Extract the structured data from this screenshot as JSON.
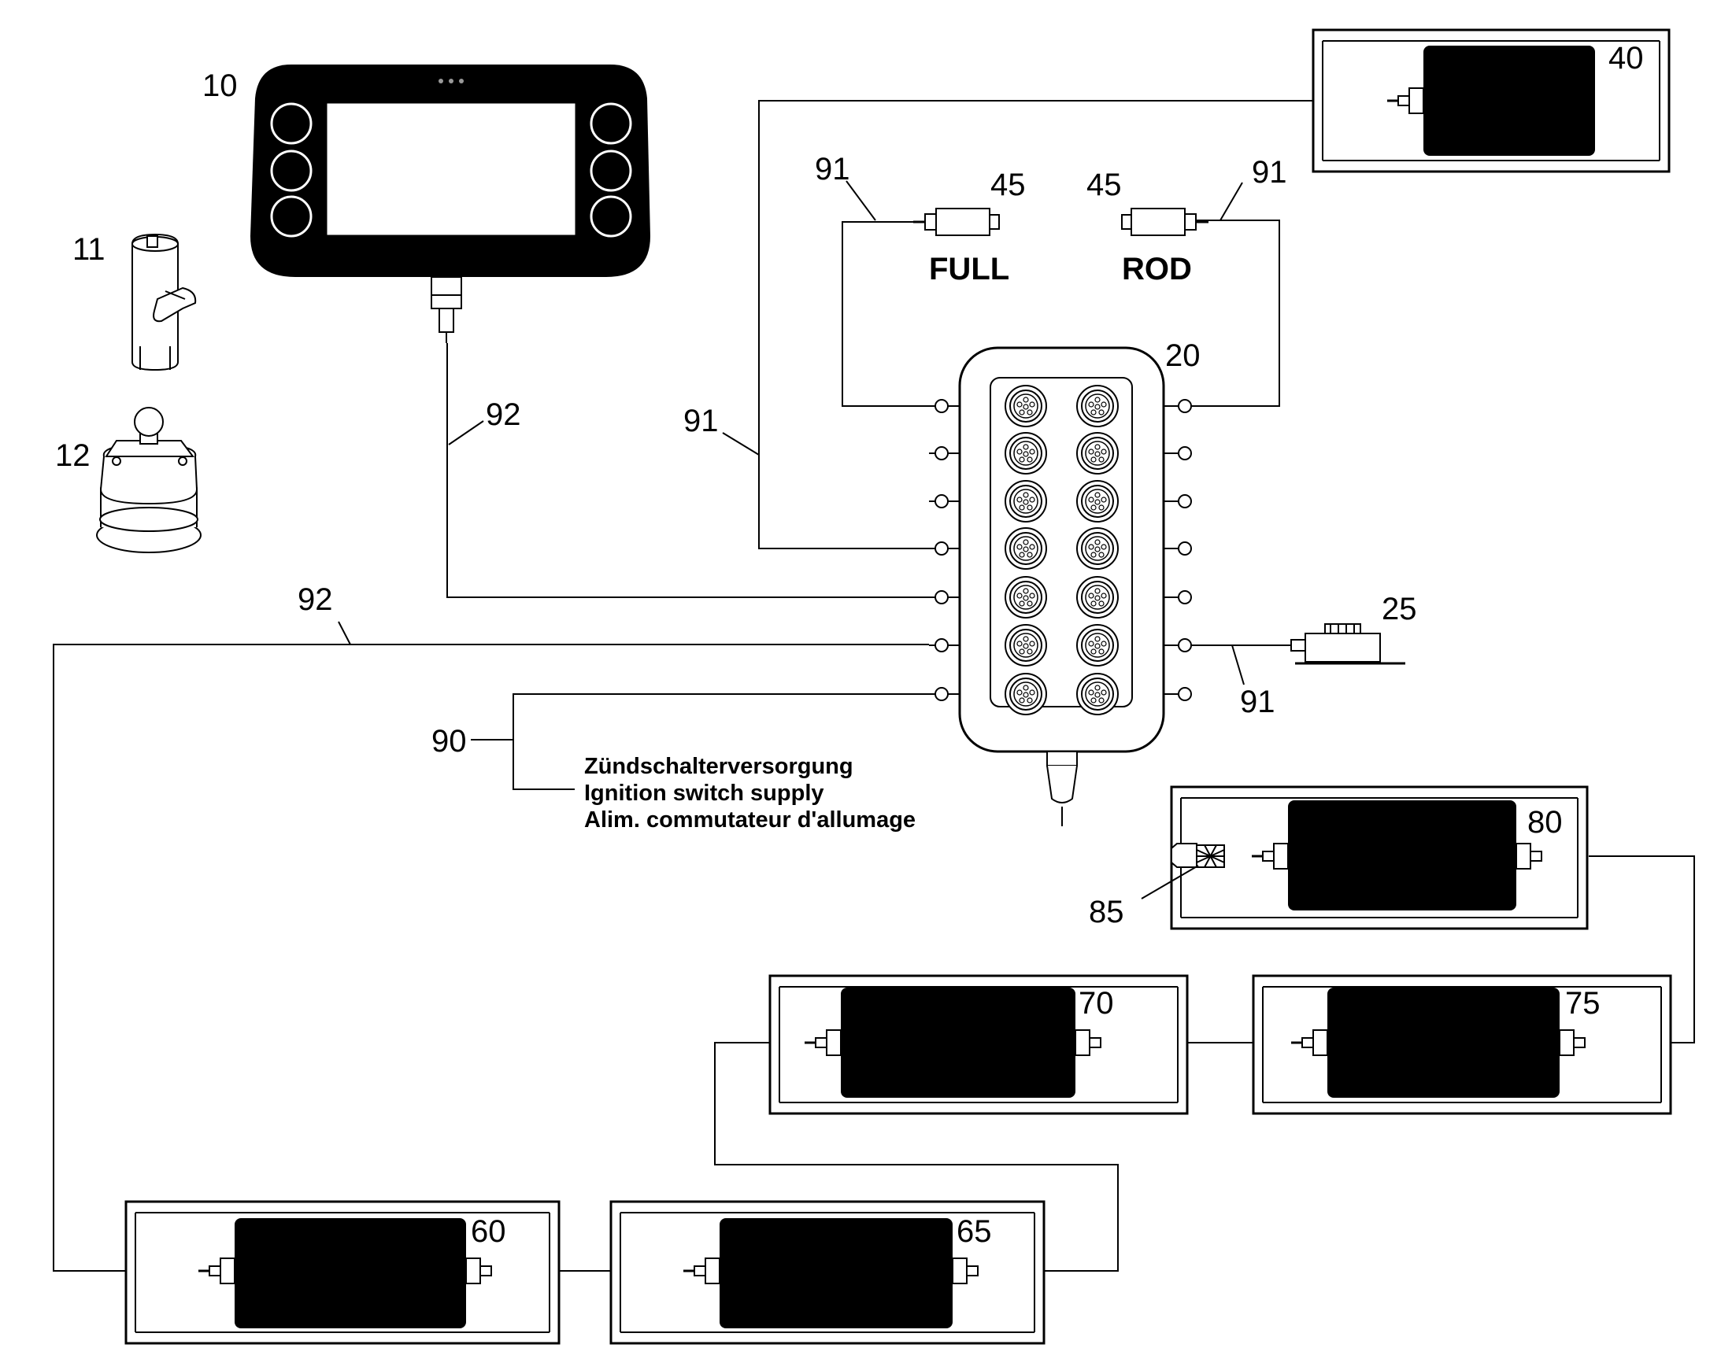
{
  "labels": {
    "display": "10",
    "holder": "11",
    "mount": "12",
    "hub": "20",
    "sensor_25": "25",
    "unit_40": "40",
    "sensor_45_left": "45",
    "sensor_45_right": "45",
    "unit_60": "60",
    "unit_65": "65",
    "unit_70": "70",
    "unit_75": "75",
    "unit_80": "80",
    "terminator": "85",
    "cable_90": "90",
    "cable_91": "91",
    "cable_92": "92"
  },
  "sensor_names": {
    "full": "FULL",
    "rod": "ROD"
  },
  "supply_note": {
    "line1": "Zündschalterversorgung",
    "line2": "Ignition switch supply",
    "line3": "Alim. commutateur d'allumage"
  },
  "colors": {
    "ink": "#000000",
    "paper": "#ffffff",
    "device_fill": "#000000"
  }
}
